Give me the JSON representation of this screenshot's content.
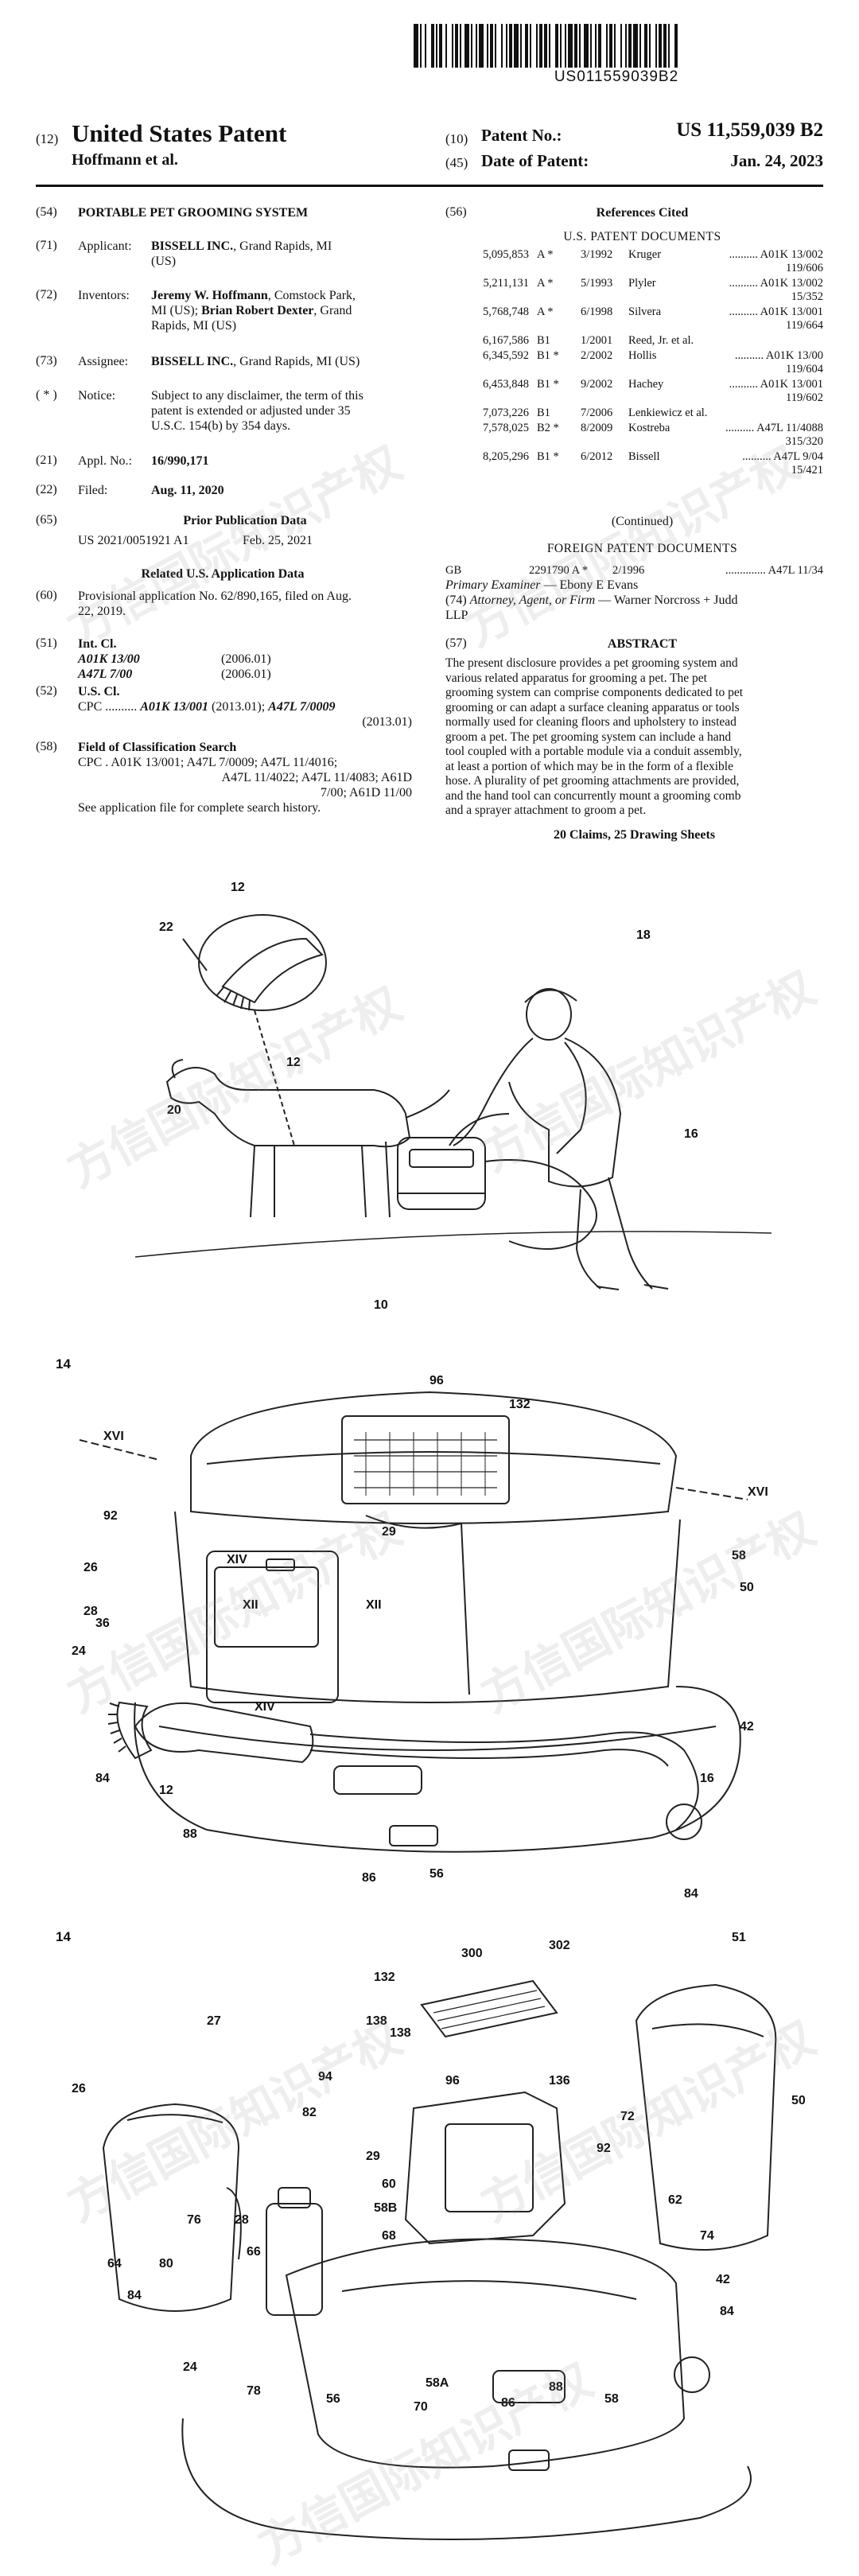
{
  "barcode_number": "US011559039B2",
  "header": {
    "code12": "(12)",
    "title": "United States Patent",
    "inventors_short": "Hoffmann et al.",
    "code10": "(10)",
    "patent_no_label": "Patent No.:",
    "patent_no": "US 11,559,039 B2",
    "code45": "(45)",
    "date_label": "Date of Patent:",
    "date": "Jan. 24, 2023"
  },
  "fields": {
    "f54_code": "(54)",
    "f54_title": "PORTABLE PET GROOMING SYSTEM",
    "f71_code": "(71)",
    "f71_label": "Applicant:",
    "f71_value_bold": "BISSELL INC.",
    "f71_value_rest": ", Grand Rapids, MI",
    "f71_value_line2": "(US)",
    "f72_code": "(72)",
    "f72_label": "Inventors:",
    "f72_l1_bold": "Jeremy W. Hoffmann",
    "f72_l1_rest": ", Comstock Park,",
    "f72_l2_a": "MI (US); ",
    "f72_l2_bold": "Brian Robert Dexter",
    "f72_l2_rest": ", Grand",
    "f72_l3": "Rapids, MI (US)",
    "f73_code": "(73)",
    "f73_label": "Assignee:",
    "f73_value_bold": "BISSELL INC.",
    "f73_value_rest": ", Grand Rapids, MI (US)",
    "notice_code": "( * )",
    "notice_label": "Notice:",
    "notice_l1": "Subject to any disclaimer, the term of this",
    "notice_l2": "patent is extended or adjusted under 35",
    "notice_l3": "U.S.C. 154(b) by 354 days.",
    "f21_code": "(21)",
    "f21_label": "Appl. No.:",
    "f21_value": "16/990,171",
    "f22_code": "(22)",
    "f22_label": "Filed:",
    "f22_value": "Aug. 11, 2020",
    "f65_code": "(65)",
    "f65_heading": "Prior Publication Data",
    "f65_pub": "US 2021/0051921 A1",
    "f65_date": "Feb. 25, 2021",
    "related_heading": "Related U.S. Application Data",
    "f60_code": "(60)",
    "f60_l1": "Provisional application No. 62/890,165, filed on Aug.",
    "f60_l2": "22, 2019.",
    "f51_code": "(51)",
    "f51_label": "Int. Cl.",
    "f51_c1": "A01K 13/00",
    "f51_c1_date": "(2006.01)",
    "f51_c2": "A47L 7/00",
    "f51_c2_date": "(2006.01)",
    "f52_code": "(52)",
    "f52_label": "U.S. Cl.",
    "f52_cpc": "CPC ..........",
    "f52_a": "A01K 13/001",
    "f52_a_date": " (2013.01); ",
    "f52_b": "A47L 7/0009",
    "f52_b_date": "(2013.01)",
    "f58_code": "(58)",
    "f58_label": "Field of Classification Search",
    "f58_l1": "CPC . A01K 13/001; A47L 7/0009; A47L 11/4016;",
    "f58_l2": "A47L 11/4022; A47L 11/4083; A61D",
    "f58_l3": "7/00; A61D 11/00",
    "f58_l4": "See application file for complete search history."
  },
  "references": {
    "code56": "(56)",
    "heading": "References Cited",
    "us_heading": "U.S. PATENT DOCUMENTS",
    "rows": [
      {
        "no": "5,095,853",
        "kind": "A *",
        "date": "3/1992",
        "name": "Kruger",
        "cls": "A01K 13/002",
        "sub": "119/606"
      },
      {
        "no": "5,211,131",
        "kind": "A *",
        "date": "5/1993",
        "name": "Plyler",
        "cls": "A01K 13/002",
        "sub": "15/352"
      },
      {
        "no": "5,768,748",
        "kind": "A *",
        "date": "6/1998",
        "name": "Silvera",
        "cls": "A01K 13/001",
        "sub": "119/664"
      },
      {
        "no": "6,167,586",
        "kind": "B1",
        "date": "1/2001",
        "name": "Reed, Jr. et al.",
        "cls": "",
        "sub": ""
      },
      {
        "no": "6,345,592",
        "kind": "B1 *",
        "date": "2/2002",
        "name": "Hollis",
        "cls": "A01K 13/00",
        "sub": "119/604"
      },
      {
        "no": "6,453,848",
        "kind": "B1 *",
        "date": "9/2002",
        "name": "Hachey",
        "cls": "A01K 13/001",
        "sub": "119/602"
      },
      {
        "no": "7,073,226",
        "kind": "B1",
        "date": "7/2006",
        "name": "Lenkiewicz et al.",
        "cls": "",
        "sub": ""
      },
      {
        "no": "7,578,025",
        "kind": "B2 *",
        "date": "8/2009",
        "name": "Kostreba",
        "cls": "A47L 11/4088",
        "sub": "315/320"
      },
      {
        "no": "8,205,296",
        "kind": "B1 *",
        "date": "6/2012",
        "name": "Bissell",
        "cls": "A47L 9/04",
        "sub": "15/421"
      }
    ],
    "continued": "(Continued)",
    "foreign_heading": "FOREIGN PATENT DOCUMENTS",
    "foreign_country": "GB",
    "foreign_no": "2291790 A *",
    "foreign_date": "2/1996",
    "foreign_cls": "A47L 11/34",
    "examiner_label": "Primary Examiner",
    "examiner": " — Ebony E Evans",
    "attorney_code": "(74)",
    "attorney_label": "Attorney, Agent, or Firm",
    "attorney_l1": " — Warner Norcross + Judd",
    "attorney_l2": "LLP"
  },
  "abstract": {
    "code": "(57)",
    "heading": "ABSTRACT",
    "lines": [
      "The present disclosure provides a pet grooming system and",
      "various related apparatus for grooming a pet. The pet",
      "grooming system can comprise components dedicated to pet",
      "grooming or can adapt a surface cleaning apparatus or tools",
      "normally used for cleaning floors and upholstery to instead",
      "groom a pet. The pet grooming system can include a hand",
      "tool coupled with a portable module via a conduit assembly,",
      "at least a portion of which may be in the form of a flexible",
      "hose. A plurality of pet grooming attachments are provided,",
      "and the hand tool can concurrently mount a grooming comb",
      "and a sprayer attachment to groom a pet."
    ],
    "summary": "20 Claims, 25 Drawing Sheets"
  },
  "watermark": "方信国际知识产权",
  "drawings": {
    "fig1": {
      "labels": [
        "12",
        "22",
        "18",
        "12",
        "20",
        "16",
        "10"
      ]
    },
    "fig2": {
      "fig_label": "14",
      "labels": [
        "XVI",
        "96",
        "132",
        "XVI",
        "92",
        "29",
        "58",
        "26",
        "XIV",
        "50",
        "28",
        "XII",
        "XII",
        "36",
        "24",
        "XIV",
        "42",
        "84",
        "12",
        "16",
        "88",
        "86",
        "56",
        "84"
      ]
    },
    "fig3": {
      "fig_label": "14",
      "labels": [
        "51",
        "300",
        "302",
        "27",
        "132",
        "138",
        "26",
        "136",
        "96",
        "94",
        "82",
        "50",
        "72",
        "29",
        "92",
        "60",
        "62",
        "28",
        "58B",
        "74",
        "66",
        "68",
        "64",
        "80",
        "76",
        "42",
        "84",
        "84",
        "24",
        "78",
        "56",
        "70",
        "58A",
        "86",
        "88",
        "58",
        "138"
      ]
    }
  }
}
